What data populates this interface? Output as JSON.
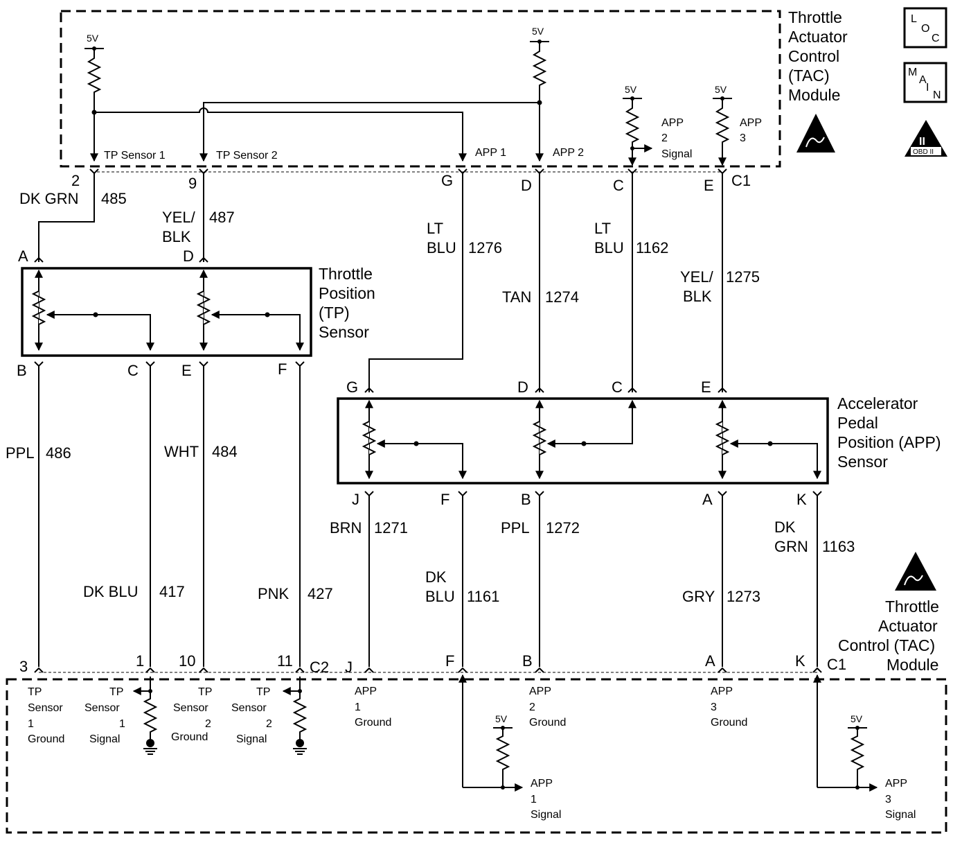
{
  "modules": {
    "tac_top": [
      "Throttle",
      "Actuator",
      "Control",
      "(TAC)",
      "Module"
    ],
    "tac_bottom": [
      "Throttle",
      "Actuator",
      "Control (TAC)",
      "Module"
    ],
    "tp_sensor": [
      "Throttle",
      "Position",
      "(TP)",
      "Sensor"
    ],
    "app_sensor": [
      "Accelerator",
      "Pedal",
      "Position (APP)",
      "Sensor"
    ]
  },
  "icons": {
    "loc": [
      "L",
      "O",
      "C"
    ],
    "main": [
      "M",
      "A",
      "I",
      "N"
    ],
    "obd": {
      "numeral": "II",
      "label": "OBD II"
    }
  },
  "supply": "5V",
  "top_signals": {
    "tp1": "TP Sensor 1",
    "tp2": "TP Sensor 2",
    "app1": "APP 1",
    "app2": "APP 2",
    "app2_signal": [
      "APP",
      "2",
      "Signal"
    ],
    "app3": [
      "APP",
      "3"
    ]
  },
  "connectors": {
    "c1": "C1",
    "c2": "C2",
    "top_tp": [
      "2",
      "9"
    ],
    "top_app": [
      "G",
      "D",
      "C",
      "E"
    ],
    "tp_top": [
      "A",
      "D"
    ],
    "tp_bottom": [
      "B",
      "C",
      "E",
      "F"
    ],
    "app_top": [
      "G",
      "D",
      "C",
      "E"
    ],
    "app_bottom": [
      "J",
      "F",
      "B",
      "A",
      "K"
    ],
    "bottom_tp": [
      "3",
      "1",
      "10",
      "11"
    ],
    "bottom_app": [
      "J",
      "F",
      "B",
      "A",
      "K"
    ]
  },
  "wires": {
    "w485": {
      "color": "DK GRN",
      "circuit": "485"
    },
    "w487": {
      "color": [
        "YEL/",
        "BLK"
      ],
      "circuit": "487"
    },
    "w1276": {
      "color": [
        "LT",
        "BLU"
      ],
      "circuit": "1276"
    },
    "w1274": {
      "color": "TAN",
      "circuit": "1274"
    },
    "w1162": {
      "color": [
        "LT",
        "BLU"
      ],
      "circuit": "1162"
    },
    "w1275": {
      "color": [
        "YEL/",
        "BLK"
      ],
      "circuit": "1275"
    },
    "w486": {
      "color": "PPL",
      "circuit": "486"
    },
    "w417": {
      "color": "DK BLU",
      "circuit": "417"
    },
    "w484": {
      "color": "WHT",
      "circuit": "484"
    },
    "w427": {
      "color": "PNK",
      "circuit": "427"
    },
    "w1271": {
      "color": "BRN",
      "circuit": "1271"
    },
    "w1161": {
      "color": [
        "DK",
        "BLU"
      ],
      "circuit": "1161"
    },
    "w1272": {
      "color": "PPL",
      "circuit": "1272"
    },
    "w1273": {
      "color": "GRY",
      "circuit": "1273"
    },
    "w1163": {
      "color": [
        "DK",
        "GRN"
      ],
      "circuit": "1163"
    }
  },
  "bottom_signals": {
    "tp1_ground": [
      "TP",
      "Sensor",
      "1",
      "Ground"
    ],
    "tp1_signal": [
      "TP",
      "Sensor",
      "1",
      "Signal"
    ],
    "tp2_ground": [
      "TP",
      "Sensor",
      "2",
      "Ground"
    ],
    "tp2_signal": [
      "TP",
      "Sensor",
      "2",
      "Signal"
    ],
    "app1_ground": [
      "APP",
      "1",
      "Ground"
    ],
    "app2_ground": [
      "APP",
      "2",
      "Ground"
    ],
    "app3_ground": [
      "APP",
      "3",
      "Ground"
    ],
    "app1_signal": [
      "APP",
      "1",
      "Signal"
    ],
    "app3_signal": [
      "APP",
      "3",
      "Signal"
    ]
  }
}
